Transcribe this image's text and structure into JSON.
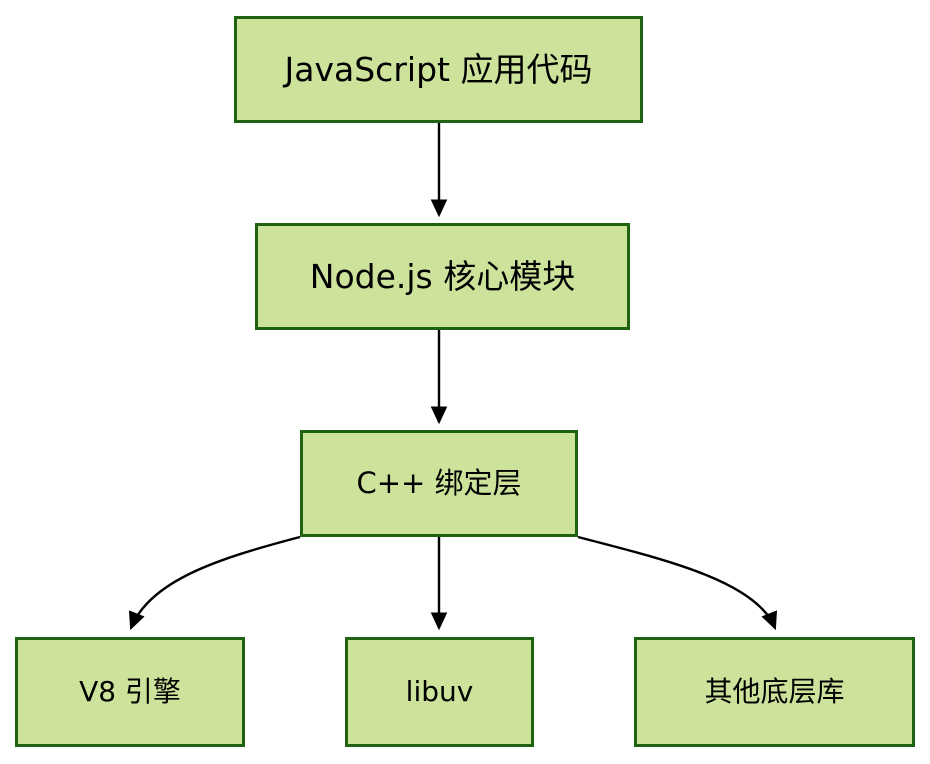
{
  "diagram": {
    "type": "flowchart",
    "direction": "top-down",
    "background_color": "#ffffff",
    "node_fill_color": "#cde39b",
    "node_border_color": "#1f6212",
    "edge_color": "#000000",
    "text_color": "#000000",
    "nodes": [
      {
        "id": "app",
        "label": "JavaScript 应用代码"
      },
      {
        "id": "core",
        "label": "Node.js 核心模块"
      },
      {
        "id": "binding",
        "label": "C++ 绑定层"
      },
      {
        "id": "v8",
        "label": "V8 引擎"
      },
      {
        "id": "libuv",
        "label": "libuv"
      },
      {
        "id": "otherlibs",
        "label": "其他底层库"
      }
    ],
    "edges": [
      {
        "from": "app",
        "to": "core",
        "style": "straight",
        "arrowhead": "filled-triangle"
      },
      {
        "from": "core",
        "to": "binding",
        "style": "straight",
        "arrowhead": "filled-triangle"
      },
      {
        "from": "binding",
        "to": "v8",
        "style": "curved",
        "arrowhead": "filled-triangle"
      },
      {
        "from": "binding",
        "to": "libuv",
        "style": "straight",
        "arrowhead": "filled-triangle"
      },
      {
        "from": "binding",
        "to": "otherlibs",
        "style": "curved",
        "arrowhead": "filled-triangle"
      }
    ]
  }
}
